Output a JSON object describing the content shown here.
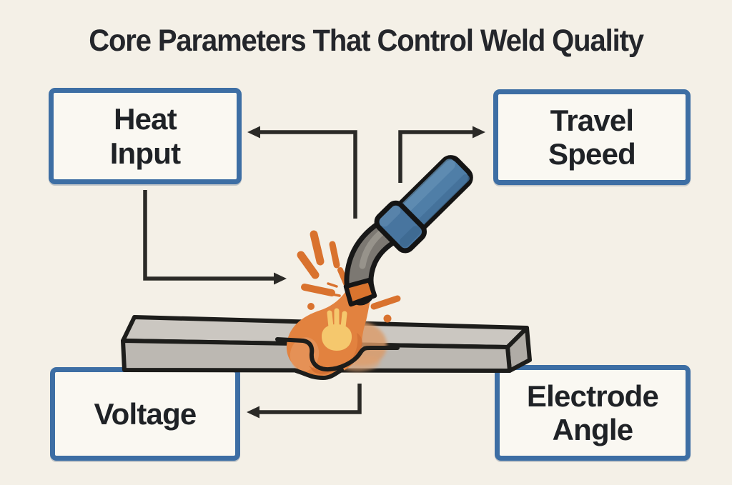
{
  "page": {
    "background_color": "#f4f0e7",
    "title": "Core Parameters That Control Weld Quality"
  },
  "diagram": {
    "nodes": [
      {
        "id": "heat-input",
        "label": "Heat\nInput",
        "position": "top-left"
      },
      {
        "id": "travel-speed",
        "label": "Travel\nSpeed",
        "position": "top-right"
      },
      {
        "id": "voltage",
        "label": "Voltage",
        "position": "bottom-left"
      },
      {
        "id": "electrode-angle",
        "label": "Electrode\nAngle",
        "position": "bottom-right"
      }
    ],
    "center_illustration": "welding-torch-over-weld-seam-on-metal-plate",
    "connections": [
      {
        "from": "weld-area",
        "to": "heat-input",
        "style": "elbow-arrow"
      },
      {
        "from": "weld-area",
        "to": "travel-speed",
        "style": "elbow-arrow"
      },
      {
        "from": "heat-input",
        "to": "weld-area",
        "style": "elbow-arrow"
      },
      {
        "from": "weld-area",
        "to": "voltage",
        "style": "elbow-arrow"
      }
    ],
    "colors": {
      "box_border": "#3d6ea4",
      "box_fill": "#faf8f2",
      "text": "#1f2226",
      "arrow": "#2b2a27",
      "torch_handle_blue": "#4f7ea7",
      "torch_neck_gray": "#7c7872",
      "torch_nozzle_orange": "#d9742e",
      "flame_orange": "#e2823f",
      "flame_core_yellow": "#f5c86d",
      "spark_orange": "#d9722e",
      "plate_gray": "#cbc7c1"
    }
  }
}
